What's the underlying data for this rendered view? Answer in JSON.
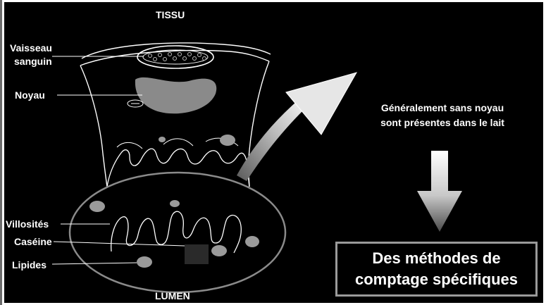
{
  "labels": {
    "top": "TISSU",
    "bottom": "LUMEN",
    "vessel": [
      "Vaisseau",
      "sanguin"
    ],
    "nucleus": "Noyau",
    "villi": "Villosités",
    "casein": "Caséine",
    "lipids": "Lipides"
  },
  "note": [
    "Généralement sans noyau",
    "sont présentes dans le lait"
  ],
  "conclusion": [
    "Des méthodes de",
    "comptage spécifiques"
  ],
  "colors": {
    "background": "#000000",
    "outline": "#ffffff",
    "nucleus_fill": "#8a8a8a",
    "lipid_fill": "#9a9a9a",
    "box_border": "#9a9a9a"
  }
}
